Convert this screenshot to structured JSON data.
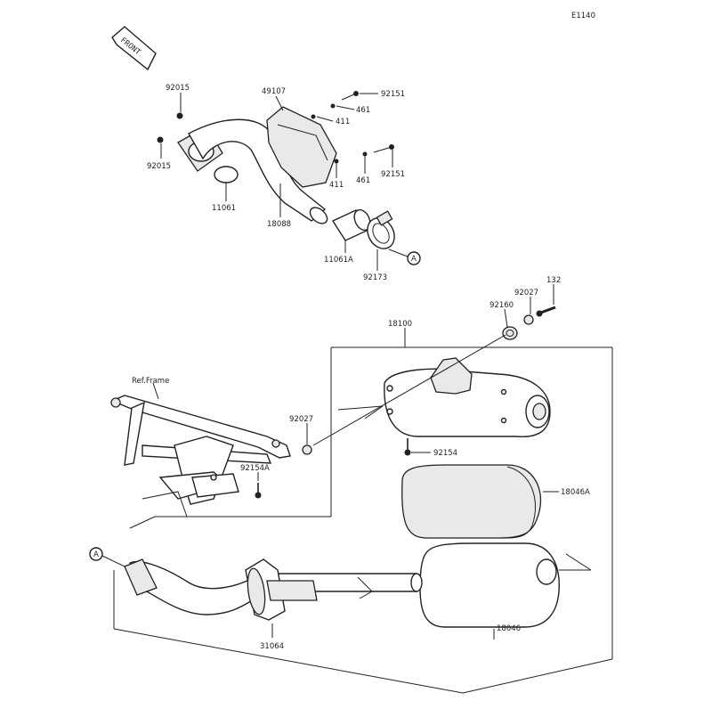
{
  "diagram_code": "E1140",
  "front_label": "FRONT",
  "ref_frame_label": "Ref.Frame",
  "callout_letter": "A",
  "parts": {
    "p92015_top": "92015",
    "p92015_bottom": "92015",
    "p11061": "11061",
    "p18088": "18088",
    "p49107": "49107",
    "p92151_top": "92151",
    "p461_top": "461",
    "p411_top": "411",
    "p411_bottom": "411",
    "p461_bottom": "461",
    "p92151_bottom": "92151",
    "p11061A": "11061A",
    "p92173": "92173",
    "p132": "132",
    "p92027_top": "92027",
    "p92160": "92160",
    "p18100": "18100",
    "p92027_mid": "92027",
    "p92154": "92154",
    "p92154A": "92154A",
    "p18046A": "18046A",
    "p18046": "18046",
    "p31064": "31064"
  }
}
